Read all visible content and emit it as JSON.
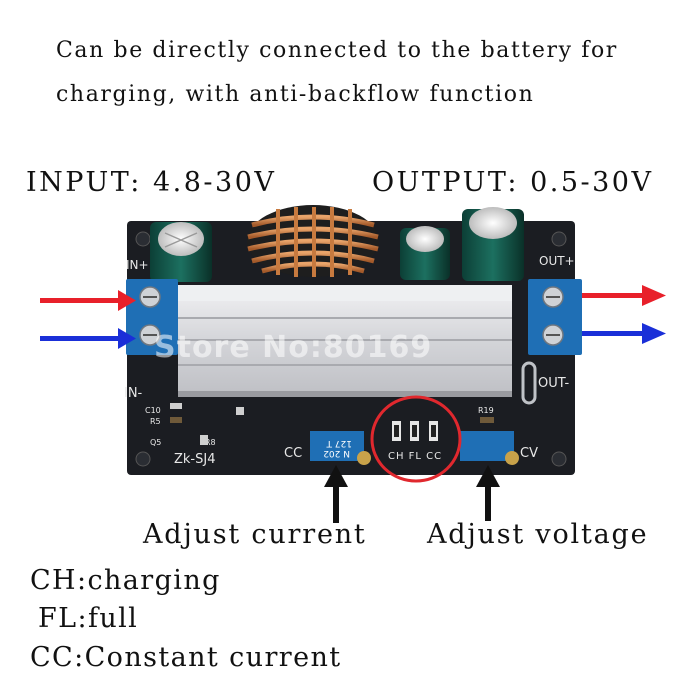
{
  "header": {
    "line1": "Can be directly connected to the battery for",
    "line2": "charging, with anti-backflow function"
  },
  "specs": {
    "input": "INPUT: 4.8-30V",
    "output": "OUTPUT: 0.5-30V"
  },
  "board": {
    "label_in_plus": "IN+",
    "label_in_minus": "IN-",
    "label_out_plus": "OUT+",
    "label_out_minus": "OUT-",
    "model": "Zk-SJ4",
    "cc_label": "CC",
    "cv_label": "CV",
    "led_labels": "CH FL CC",
    "pot_left_code": "127 T",
    "pot_left_code2": "N 202",
    "silk_c10": "C10",
    "silk_r5": "R5",
    "silk_q5": "Q5",
    "silk_r8": "R8",
    "silk_r19": "R19",
    "watermark": "Store No:80169",
    "colors": {
      "pcb": "#1b1d22",
      "heatsink": "#dcdde0",
      "terminal": "#1f6fb5",
      "highlight_circle": "#e0282e",
      "arrow_positive": "#e8202a",
      "arrow_negative": "#1a2fd8"
    }
  },
  "annotations": {
    "adjust_current": "Adjust current",
    "adjust_voltage": "Adjust voltage"
  },
  "legend": {
    "ch": "CH:charging",
    "fl": "FL:full",
    "cc": "CC:Constant current"
  }
}
